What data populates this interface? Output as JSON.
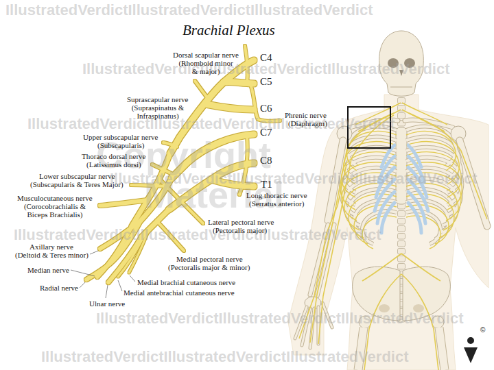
{
  "diagram": {
    "title": "Brachial Plexus",
    "labels": [
      "IllustratedVerdictIllustratedVerdictIllustratedVerdict",
      "IllustratedVerdictIllustratedVerdictIllustratedVerdict",
      "IllustratedVerdictIllustratedVerdictIllustratedVerdict",
      "IllustratedVerdictIllustratedVerdictIllustratedVerdict",
      "IllustratedVerdictIllustratedVerdictIllustratedVerdict",
      "IllustratedVerdictIllustratedVerdictIllustratedVerdict",
      "IllustratedVerdictIllustratedVerdictIllustratedVerdict",
      "Copyright",
      "Material",
      "C4",
      "C5",
      "C6",
      "C7",
      "C8",
      "T1",
      "Dorsal scapular nerve",
      "(Rhomboid minor & major)",
      "Suprascapular nerve",
      "(Supraspinatus & Infraspinatus)",
      "Phrenic nerve",
      "(Diaphragm)",
      "Upper subscapular nerve",
      "(Subscapularis)",
      "Thoraco dorsal nerve",
      "(Latissimus dorsi)",
      "Lower subscapular nerve",
      "(Subscapularis & Teres Major)",
      "Musculocutaneous nerve",
      "(Corocobrachialis & Biceps Brachialis)",
      "Long thoracic nerve",
      "(Serratus anterior)",
      "Lateral pectoral nerve",
      "(Pectoralis major)",
      "Axillary nerve",
      "(Deltoid & Teres minor)",
      "Medial pectoral nerve",
      "(Pectoralis major & minor)",
      "Median nerve",
      "Medial brachial cutaneous nerve",
      "Radial nerve",
      "Medial antebrachial cutaneous nerve",
      "Ulnar nerve",
      "©"
    ]
  }
}
